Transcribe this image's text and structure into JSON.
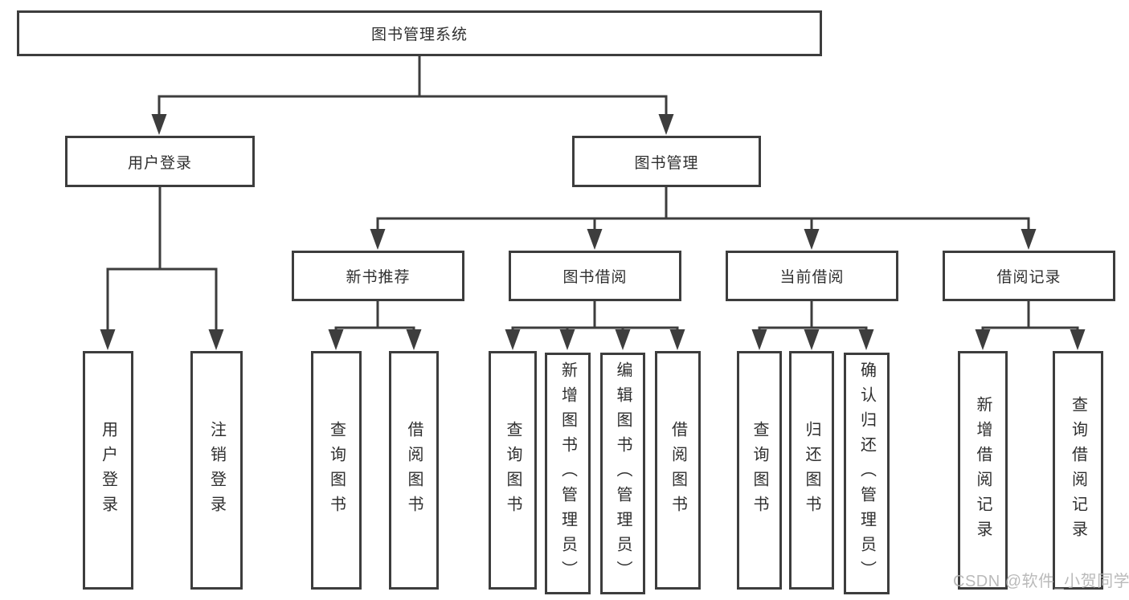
{
  "tree": {
    "root": "图书管理系统",
    "branches": [
      {
        "label": "用户登录",
        "children": [
          "用户登录",
          "注销登录"
        ]
      },
      {
        "label": "图书管理",
        "sections": [
          {
            "label": "新书推荐",
            "children": [
              "查询图书",
              "借阅图书"
            ]
          },
          {
            "label": "图书借阅",
            "children": [
              "查询图书",
              "新增图书（管理员）",
              "编辑图书（管理员）",
              "借阅图书"
            ]
          },
          {
            "label": "当前借阅",
            "children": [
              "查询图书",
              "归还图书",
              "确认归还（管理员）"
            ]
          },
          {
            "label": "借阅记录",
            "children": [
              "新增借阅记录",
              "查询借阅记录"
            ]
          }
        ]
      }
    ]
  },
  "watermark": "CSDN @软件_小贺同学",
  "colors": {
    "line": "#3d3d3d",
    "text": "#2f2f2f",
    "watermark": "#b3b3b3",
    "background": "#ffffff"
  }
}
